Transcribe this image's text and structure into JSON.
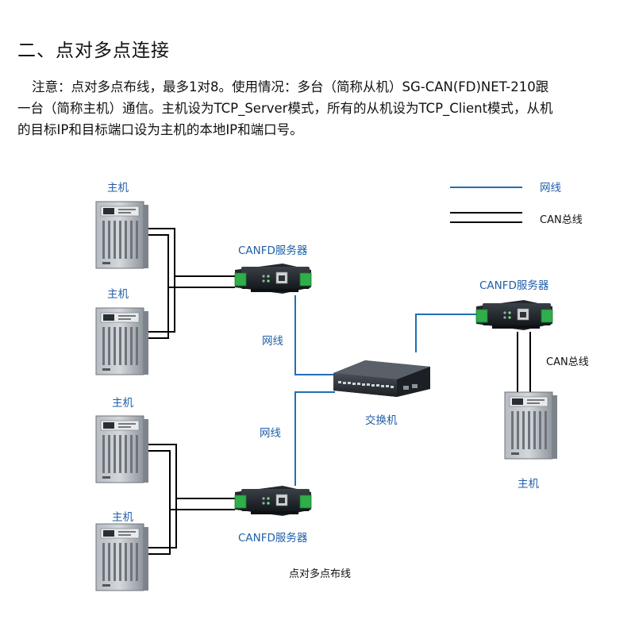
{
  "section_title": "二、点对多点连接",
  "notice": {
    "line1": "注意：点对多点布线，最多1对8。使用情况：多台（简称从机）SG-CAN(FD)NET-210跟",
    "line2": "一台（简称主机）通信。主机设为TCP_Server模式，所有的从机设为TCP_Client模式，从机",
    "line3": "的目标IP和目标端口设为主机的本地IP和端口号。"
  },
  "legend": {
    "ethernet_label": "网线",
    "can_label": "CAN总线",
    "ethernet_color": "#1f6fb5",
    "can_color": "#000000"
  },
  "diagram": {
    "host_label": "主机",
    "server_label": "CANFD服务器",
    "switch_label": "交换机",
    "ethernet_label": "网线",
    "can_bus_label": "CAN总线",
    "caption": "点对多点布线"
  },
  "colors": {
    "accent_blue": "#1f5fa8",
    "device_body": "#1e2328",
    "terminal_green": "#2fae4a",
    "cabinet_gray": "#9aa0a7"
  }
}
